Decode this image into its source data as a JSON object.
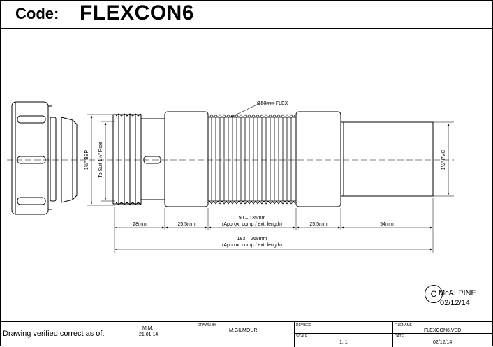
{
  "header": {
    "code_label": "Code:",
    "code_value": "FLEXCON6"
  },
  "drawing": {
    "callout_flex": "Ø50mm FLEX",
    "label_bsp": "1½\" BSP",
    "label_suit_pipe": "To Suit 1½\" Pipe",
    "label_pvc": "1½\" PVC",
    "dim_28": "28mm",
    "dim_25_5_left": "25.5mm",
    "dim_flex_range": "50 – 135mm",
    "dim_flex_note": "(Approx. comp / ext. length)",
    "dim_25_5_right": "25.5mm",
    "dim_54": "54mm",
    "dim_total_range": "183 – 268mm",
    "dim_total_note": "(Approx. comp / ext. length)"
  },
  "stamp": {
    "symbol": "C",
    "brand": "McALPINE",
    "date": "02/12/14"
  },
  "titleblock": {
    "verified_label": "Drawing verified  correct as of:",
    "initials": "M.M.",
    "initials_date": "21.01.14",
    "drawn_by_label": "DRAWN BY",
    "drawn_by_value": "M.GILMOUR",
    "revised_label": "REVISED",
    "revised_value": "",
    "scale_label": "SCALE",
    "scale_value": "1: 1",
    "filename_label": "FILENAME",
    "filename_value": "FLEXCON6.VSD",
    "date_label": "DATE",
    "date_value": "02/12/14"
  }
}
